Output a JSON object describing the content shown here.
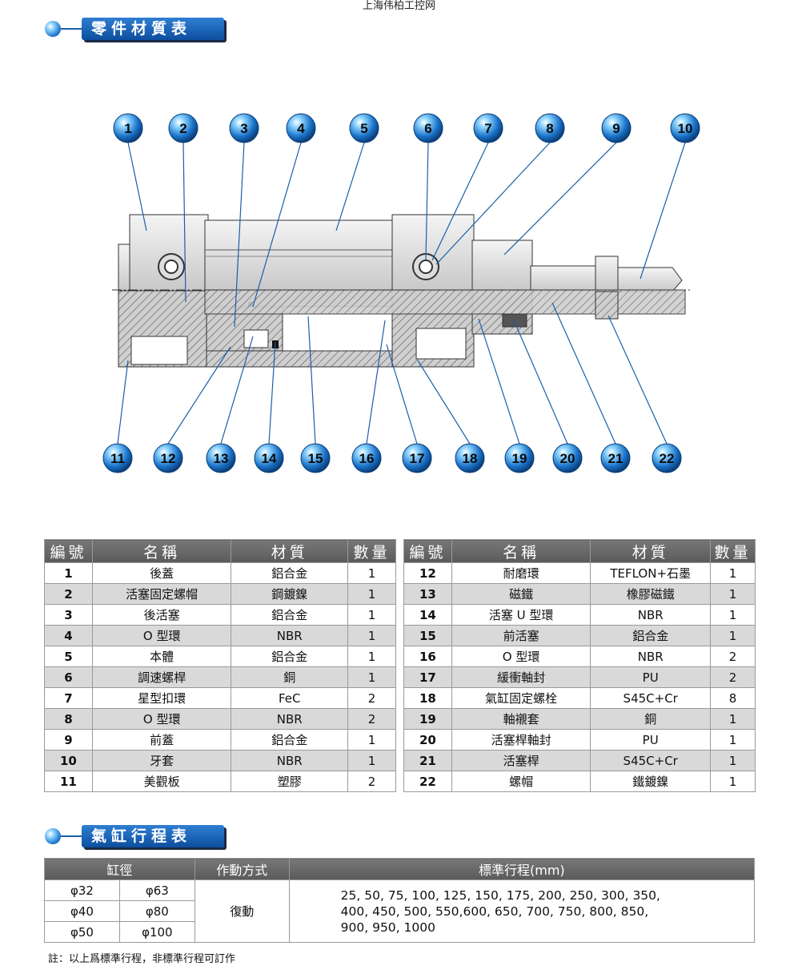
{
  "brand": "上海伟柏工控网",
  "section1_title": "零件材質表",
  "section2_title": "氣缸行程表",
  "callouts_top": [
    "1",
    "2",
    "3",
    "4",
    "5",
    "6",
    "7",
    "8",
    "9",
    "10"
  ],
  "callouts_bottom": [
    "11",
    "12",
    "13",
    "14",
    "15",
    "16",
    "17",
    "18",
    "19",
    "20",
    "21",
    "22"
  ],
  "parts_headers": [
    "編號",
    "名稱",
    "材質",
    "數量"
  ],
  "parts_left": [
    {
      "no": "1",
      "name": "後蓋",
      "material": "鋁合金",
      "qty": "1"
    },
    {
      "no": "2",
      "name": "活塞固定螺帽",
      "material": "鋼鍍鎳",
      "qty": "1"
    },
    {
      "no": "3",
      "name": "後活塞",
      "material": "鋁合金",
      "qty": "1"
    },
    {
      "no": "4",
      "name": "O 型環",
      "material": "NBR",
      "qty": "1"
    },
    {
      "no": "5",
      "name": "本體",
      "material": "鋁合金",
      "qty": "1"
    },
    {
      "no": "6",
      "name": "調速螺桿",
      "material": "銅",
      "qty": "1"
    },
    {
      "no": "7",
      "name": "星型扣環",
      "material": "FeC",
      "qty": "2"
    },
    {
      "no": "8",
      "name": "O 型環",
      "material": "NBR",
      "qty": "2"
    },
    {
      "no": "9",
      "name": "前蓋",
      "material": "鋁合金",
      "qty": "1"
    },
    {
      "no": "10",
      "name": "牙套",
      "material": "NBR",
      "qty": "1"
    },
    {
      "no": "11",
      "name": "美觀板",
      "material": "塑膠",
      "qty": "2"
    }
  ],
  "parts_right": [
    {
      "no": "12",
      "name": "耐磨環",
      "material": "TEFLON+石墨",
      "qty": "1"
    },
    {
      "no": "13",
      "name": "磁鐵",
      "material": "橡膠磁鐵",
      "qty": "1"
    },
    {
      "no": "14",
      "name": "活塞 U 型環",
      "material": "NBR",
      "qty": "1"
    },
    {
      "no": "15",
      "name": "前活塞",
      "material": "鋁合金",
      "qty": "1"
    },
    {
      "no": "16",
      "name": "O 型環",
      "material": "NBR",
      "qty": "2"
    },
    {
      "no": "17",
      "name": "緩衝軸封",
      "material": "PU",
      "qty": "2"
    },
    {
      "no": "18",
      "name": "氣缸固定螺栓",
      "material": "S45C+Cr",
      "qty": "8"
    },
    {
      "no": "19",
      "name": "軸襯套",
      "material": "銅",
      "qty": "1"
    },
    {
      "no": "20",
      "name": "活塞桿軸封",
      "material": "PU",
      "qty": "1"
    },
    {
      "no": "21",
      "name": "活塞桿",
      "material": "S45C+Cr",
      "qty": "1"
    },
    {
      "no": "22",
      "name": "螺帽",
      "material": "鐵鍍鎳",
      "qty": "1"
    }
  ],
  "stroke_headers": {
    "bore": "缸徑",
    "action": "作動方式",
    "stroke": "標準行程(mm)"
  },
  "bores": [
    [
      "φ32",
      "φ63"
    ],
    [
      "φ40",
      "φ80"
    ],
    [
      "φ50",
      "φ100"
    ]
  ],
  "action": "復動",
  "stroke_lines": [
    "25, 50, 75, 100, 125, 150, 175, 200, 250, 300, 350,",
    "400, 450, 500, 550,600, 650, 700, 750, 800, 850,",
    "900, 950, 1000"
  ],
  "note": "註：以上爲標準行程，非標準行程可訂作"
}
